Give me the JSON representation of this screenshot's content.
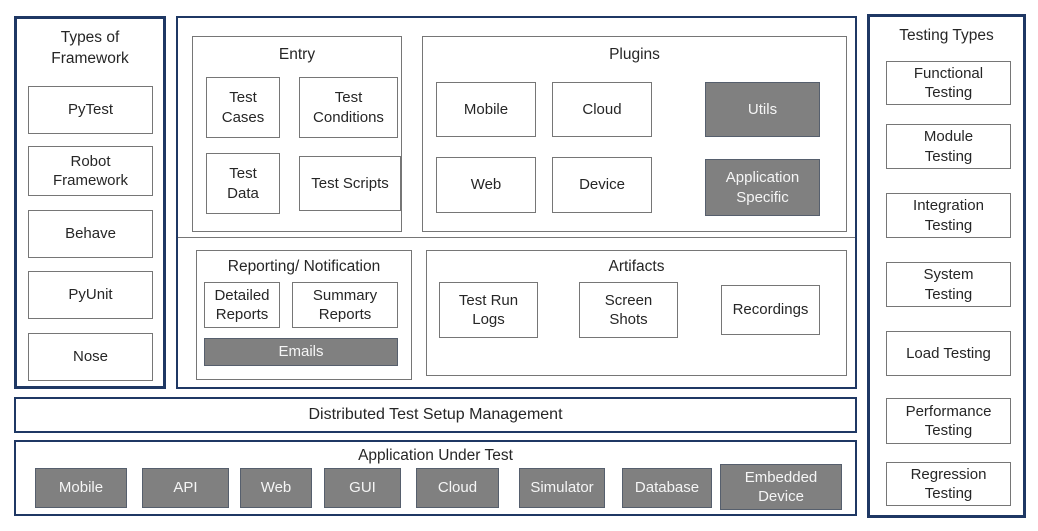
{
  "colors": {
    "accent_navy": "#1f3864",
    "box_gray_fill": "#808080",
    "box_border_gray": "#767676",
    "text_dark": "#262626",
    "text_on_gray": "#f5f5f5"
  },
  "left_panel": {
    "title": "Types of Framework",
    "items": [
      "PyTest",
      "Robot Framework",
      "Behave",
      "PyUnit",
      "Nose"
    ]
  },
  "middle": {
    "entry": {
      "title": "Entry",
      "items": [
        "Test Cases",
        "Test Conditions",
        "Test Data",
        "Test Scripts"
      ]
    },
    "plugins": {
      "title": "Plugins",
      "items": [
        "Mobile",
        "Cloud",
        "Utils",
        "Web",
        "Device",
        "Application Specific"
      ]
    },
    "reporting": {
      "title": "Reporting/ Notification",
      "items": [
        "Detailed Reports",
        "Summary Reports",
        "Emails"
      ]
    },
    "artifacts": {
      "title": "Artifacts",
      "items": [
        "Test Run Logs",
        "Screen Shots",
        "Recordings"
      ]
    }
  },
  "distributed_bar": {
    "label": "Distributed Test Setup Management"
  },
  "application_under_test": {
    "title": "Application Under Test",
    "items": [
      "Mobile",
      "API",
      "Web",
      "GUI",
      "Cloud",
      "Simulator",
      "Database",
      "Embedded Device"
    ]
  },
  "right_panel": {
    "title": "Testing Types",
    "items": [
      "Functional Testing",
      "Module Testing",
      "Integration Testing",
      "System Testing",
      "Load Testing",
      "Performance Testing",
      "Regression Testing"
    ]
  }
}
